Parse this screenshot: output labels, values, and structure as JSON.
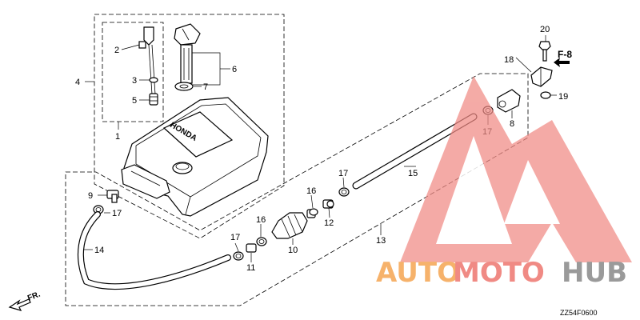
{
  "labels": {
    "p1": "1",
    "p2": "2",
    "p3": "3",
    "p4": "4",
    "p5": "5",
    "p6": "6",
    "p7": "7",
    "p8": "8",
    "p9": "9",
    "p10": "10",
    "p11": "11",
    "p12": "12",
    "p13": "13",
    "p14": "14",
    "p15": "15",
    "p16a": "16",
    "p16b": "16",
    "p17a": "17",
    "p17b": "17",
    "p17c": "17",
    "p17d": "17",
    "p18": "18",
    "p19": "19",
    "p20": "20"
  },
  "ref": "F-8",
  "tank_brand": "HONDA",
  "front_label": "FR.",
  "diagram_code": "ZZ54F0600",
  "watermark": {
    "auto": "AUTO",
    "moto": "MOTO",
    "hub": "HUB"
  },
  "colors": {
    "watermark_orange": "#f6b26b",
    "watermark_red": "#f08a84",
    "watermark_gray": "#9a9a9a"
  }
}
